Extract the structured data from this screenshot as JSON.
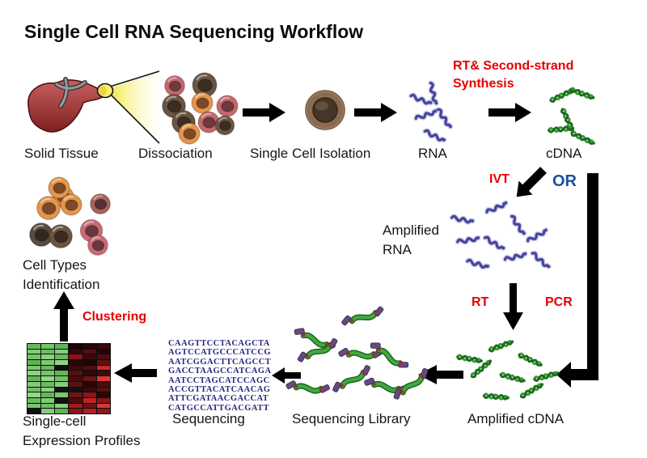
{
  "title": "Single Cell RNA Sequencing Workflow",
  "colors": {
    "background": "#ffffff",
    "red_accent": "#e60000",
    "or_blue": "#1d4f9e",
    "sequence_text": "#26267c",
    "arrow_black": "#000000",
    "rna_strand": "#44449e",
    "cdna_strand": "#2e8b2e",
    "adapter_purple": "#66497f",
    "heatmap_green": "#74c46a",
    "heatmap_red": "#8c1414"
  },
  "steps": {
    "solid_tissue": "Solid Tissue",
    "dissociation": "Dissociation",
    "single_cell_isolation": "Single Cell Isolation",
    "rna": "RNA",
    "cdna": "cDNA",
    "amplified_rna": [
      "Amplified",
      "RNA"
    ],
    "amplified_cdna": "Amplified cDNA",
    "sequencing_library": "Sequencing Library",
    "sequencing": "Sequencing",
    "expression_profiles": [
      "Single-cell",
      "Expression Profiles"
    ],
    "cell_types": [
      "Cell Types",
      "Identification"
    ]
  },
  "annotations": {
    "rt_second_strand": [
      "RT& Second-strand",
      "Synthesis"
    ],
    "ivt": "IVT",
    "or": "OR",
    "rt": "RT",
    "pcr": "PCR",
    "clustering": "Clustering"
  },
  "sequencing_reads": [
    "CAAGTTCCTACAGCTA",
    "AGTCCATGCCCATCCG",
    "AATCGGACTTCAGCCT",
    "GACCTAAGCCATCAGA",
    "AATCCTAGCATCCAGC",
    "ACCGTTACATCAACAG",
    "ATTCGATAACGACCAT",
    "CATGCCATTGACGATT"
  ],
  "heatmap": {
    "rows": 13,
    "cols": 6,
    "cells": [
      [
        "#66b95e",
        "#74c46a",
        "#5fb457",
        "#1c0404",
        "#2b0606",
        "#3a0808"
      ],
      [
        "#7fcb74",
        "#6cbf62",
        "#86cf7c",
        "#330707",
        "#571010",
        "#240505"
      ],
      [
        "#72c368",
        "#8ad180",
        "#68bb5e",
        "#8c1414",
        "#3b0909",
        "#4b0d0d"
      ],
      [
        "#5db253",
        "#7cc971",
        "#8ed483",
        "#2b0606",
        "#1e0404",
        "#5c1111"
      ],
      [
        "#79c66e",
        "#66b95c",
        "#0e0e0e",
        "#3c0a0a",
        "#4e0e0e",
        "#cb2727"
      ],
      [
        "#8bd281",
        "#76c56b",
        "#63b759",
        "#571010",
        "#310707",
        "#3b0909"
      ],
      [
        "#61b657",
        "#90d586",
        "#70c166",
        "#440c0c",
        "#6d1414",
        "#e03434"
      ],
      [
        "#80cb75",
        "#69bd5f",
        "#84ce7a",
        "#5c1111",
        "#2b0606",
        "#4b0d0d"
      ],
      [
        "#6fc065",
        "#8ad180",
        "#131313",
        "#121212",
        "#3b0909",
        "#571010"
      ],
      [
        "#93d689",
        "#63b759",
        "#7ac76f",
        "#6d1414",
        "#8c1414",
        "#2b0606"
      ],
      [
        "#68bb5e",
        "#7fcb74",
        "#101010",
        "#4b0d0d",
        "#c32222",
        "#8c1414"
      ],
      [
        "#76c56b",
        "#6cbf62",
        "#89d07f",
        "#a31b1b",
        "#6d1414",
        "#d13b3b"
      ],
      [
        "#111111",
        "#82cc78",
        "#5db253",
        "#8c1414",
        "#b22020",
        "#911616"
      ]
    ]
  },
  "illustrations": {
    "liver-icon": "solid tissue (liver) with dissection beam",
    "cell-cluster-icon": "dissociated cells",
    "single-cell-icon": "isolated single cell",
    "rna-squiggles-icon": "RNA strands",
    "cdna-helix-icon": "cDNA double strands",
    "library-fragment-icon": "cDNA fragment with sequencing adapters",
    "heatmap-icon": "single-cell expression heatmap"
  }
}
